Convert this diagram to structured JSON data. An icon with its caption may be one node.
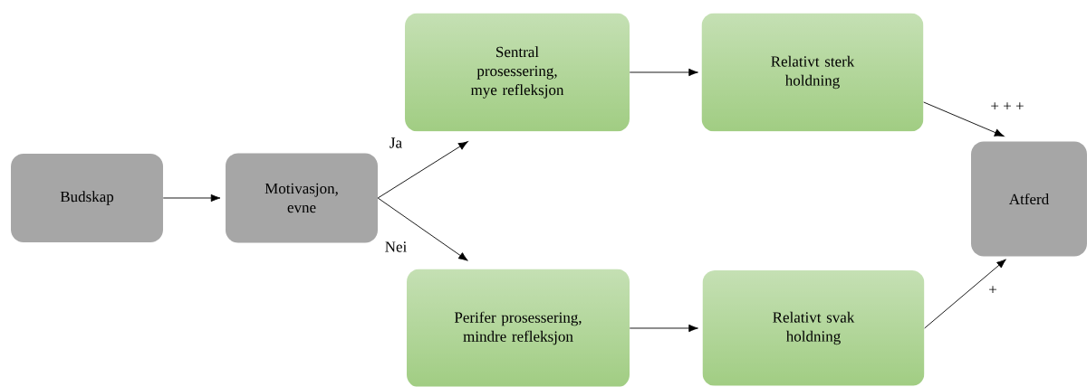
{
  "diagram": {
    "nodes": [
      {
        "text": [
          "Budskap"
        ]
      },
      {
        "text": [
          "Motivasjon, evne"
        ]
      },
      {
        "text": [
          "Sentral prosessering, mye refleksjon"
        ]
      },
      {
        "text": [
          "Relativt sterk holdning"
        ]
      },
      {
        "text": [
          "Atferd"
        ]
      },
      {
        "text": [
          "Perifer prosessering, mindre refleksjon"
        ]
      },
      {
        "text": [
          "Relativt svak holdning"
        ]
      }
    ],
    "edges": [
      {
        "from": 0,
        "to": 1,
        "arrow": "to"
      },
      {
        "from": 1,
        "to": 2,
        "arrow": "to",
        "label": "Ja"
      },
      {
        "from": 1,
        "to": 5,
        "arrow": "to",
        "label": "Nei"
      },
      {
        "from": 2,
        "to": 3,
        "arrow": "to"
      },
      {
        "from": 3,
        "to": 4,
        "arrow": "to",
        "label": "+ + +"
      },
      {
        "from": 5,
        "to": 6,
        "arrow": "to"
      },
      {
        "from": 6,
        "to": 4,
        "arrow": "to",
        "label": "+"
      }
    ]
  }
}
